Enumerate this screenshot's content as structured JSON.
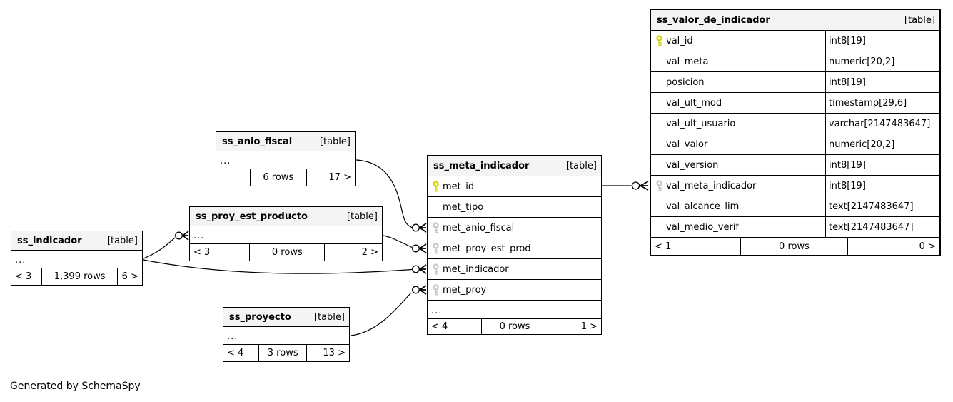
{
  "app": {
    "generated_by": "Generated by SchemaSpy"
  },
  "colors": {
    "primary_key": "#d6d600",
    "foreign_key": "#c9c9c9",
    "header_bg": "#f4f4f4",
    "border": "#000000",
    "background": "#ffffff"
  },
  "icons": {
    "pk": "primary-key-icon",
    "fk": "foreign-key-icon"
  },
  "tables": [
    {
      "name": "ss_valor_de_indicador",
      "type_label": "[table]",
      "columns": [
        {
          "name": "val_id",
          "type": "int8[19]",
          "key": "pk"
        },
        {
          "name": "val_meta",
          "type": "numeric[20,2]",
          "key": ""
        },
        {
          "name": "posicion",
          "type": "int8[19]",
          "key": ""
        },
        {
          "name": "val_ult_mod",
          "type": "timestamp[29,6]",
          "key": ""
        },
        {
          "name": "val_ult_usuario",
          "type": "varchar[2147483647]",
          "key": ""
        },
        {
          "name": "val_valor",
          "type": "numeric[20,2]",
          "key": ""
        },
        {
          "name": "val_version",
          "type": "int8[19]",
          "key": ""
        },
        {
          "name": "val_meta_indicador",
          "type": "int8[19]",
          "key": "fk"
        },
        {
          "name": "val_alcance_lim",
          "type": "text[2147483647]",
          "key": ""
        },
        {
          "name": "val_medio_verif",
          "type": "text[2147483647]",
          "key": ""
        }
      ],
      "footer": {
        "left": "< 1",
        "center": "0 rows",
        "right": "0 >"
      }
    },
    {
      "name": "ss_meta_indicador",
      "type_label": "[table]",
      "columns": [
        {
          "name": "met_id",
          "key": "pk"
        },
        {
          "name": "met_tipo",
          "key": ""
        },
        {
          "name": "met_anio_fiscal",
          "key": "fk"
        },
        {
          "name": "met_proy_est_prod",
          "key": "fk"
        },
        {
          "name": "met_indicador",
          "key": "fk"
        },
        {
          "name": "met_proy",
          "key": "fk"
        }
      ],
      "ellipsis": "...",
      "footer": {
        "left": "< 4",
        "center": "0 rows",
        "right": "1 >"
      }
    },
    {
      "name": "ss_anio_fiscal",
      "type_label": "[table]",
      "ellipsis": "...",
      "footer": {
        "left": "",
        "center": "6 rows",
        "right": "17 >"
      }
    },
    {
      "name": "ss_proy_est_producto",
      "type_label": "[table]",
      "ellipsis": "...",
      "footer": {
        "left": "< 3",
        "center": "0 rows",
        "right": "2 >"
      }
    },
    {
      "name": "ss_indicador",
      "type_label": "[table]",
      "ellipsis": "...",
      "footer": {
        "left": "< 3",
        "center": "1,399 rows",
        "right": "6 >"
      }
    },
    {
      "name": "ss_proyecto",
      "type_label": "[table]",
      "ellipsis": "...",
      "footer": {
        "left": "< 4",
        "center": "3 rows",
        "right": "13 >"
      }
    }
  ],
  "relationships": [
    {
      "from": "ss_anio_fiscal",
      "to": "ss_meta_indicador.met_anio_fiscal"
    },
    {
      "from": "ss_proy_est_producto",
      "to": "ss_meta_indicador.met_proy_est_prod"
    },
    {
      "from": "ss_indicador",
      "to": "ss_meta_indicador.met_indicador"
    },
    {
      "from": "ss_proyecto",
      "to": "ss_meta_indicador.met_proy"
    },
    {
      "from": "ss_indicador",
      "to": "ss_proy_est_producto"
    },
    {
      "from": "ss_meta_indicador.met_id",
      "to": "ss_valor_de_indicador.val_meta_indicador"
    }
  ]
}
